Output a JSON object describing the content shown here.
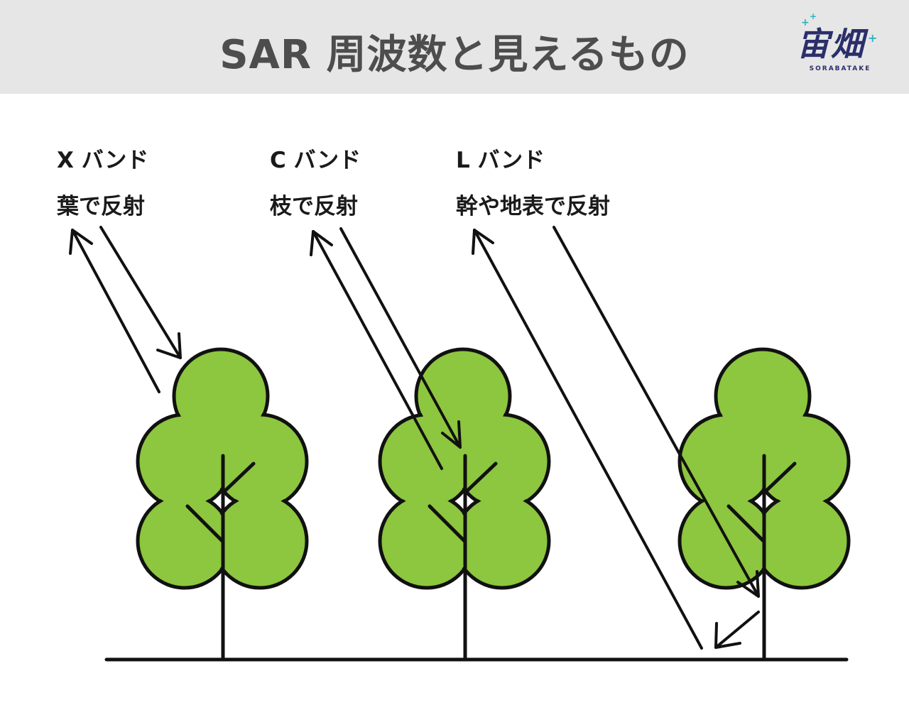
{
  "header": {
    "title": "SAR 周波数と見えるもの"
  },
  "logo": {
    "mark": "宙畑",
    "subtitle": "SORABATAKE",
    "accent_color": "#2ab3c4",
    "brand_color": "#2a2f6b"
  },
  "bands": [
    {
      "name": "X バンド",
      "description": "葉で反射"
    },
    {
      "name": "C バンド",
      "description": "枝で反射"
    },
    {
      "name": "L バンド",
      "description": "幹や地表で反射"
    }
  ],
  "colors": {
    "header_bg": "#e6e6e6",
    "title": "#4d4d4d",
    "foliage": "#8dc63f",
    "outline": "#111111"
  }
}
